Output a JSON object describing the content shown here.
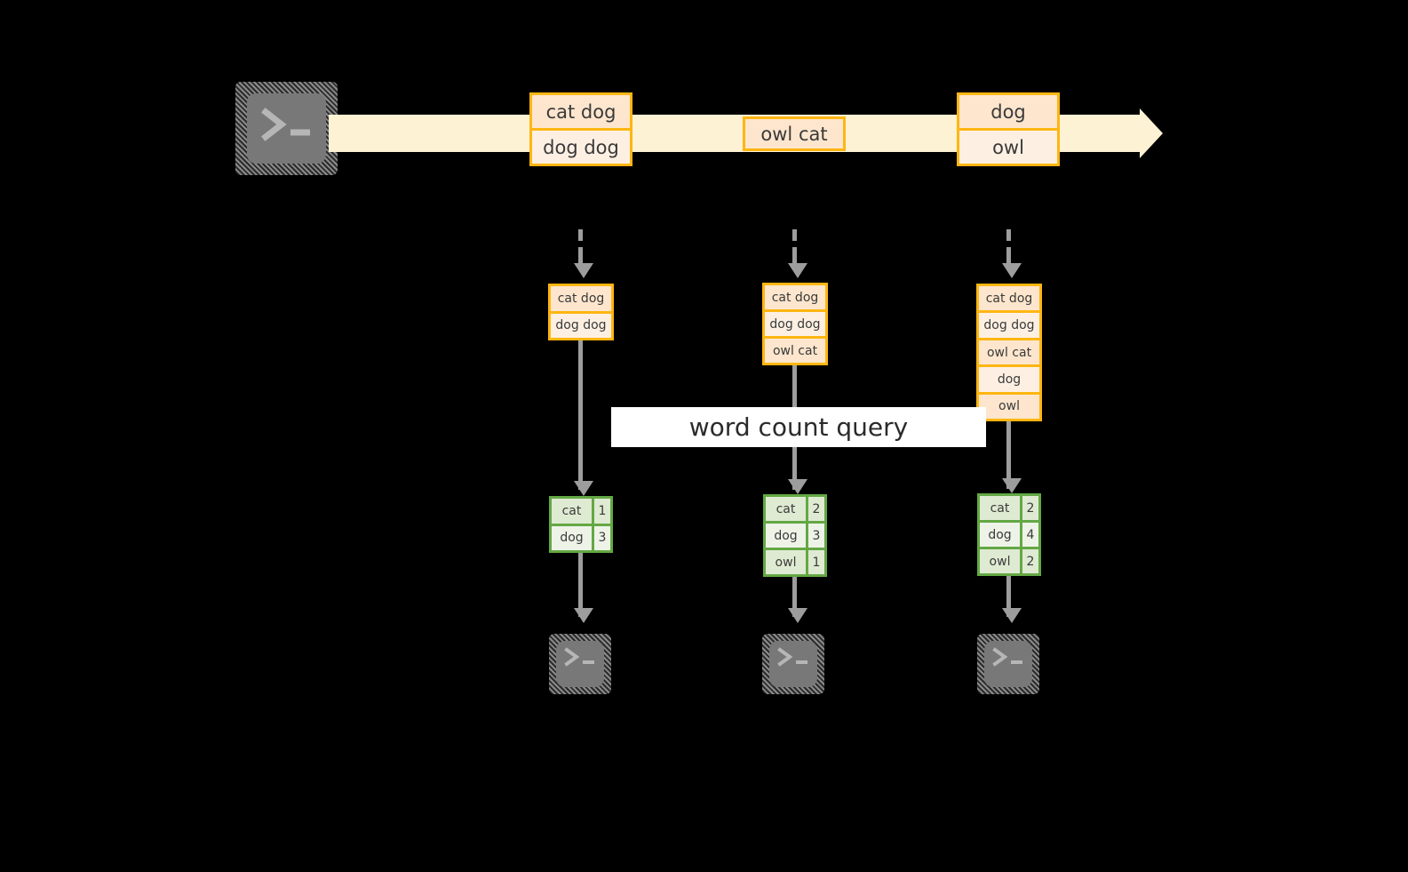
{
  "diagram": {
    "title_label": "word count query",
    "colors": {
      "background": "#000000",
      "stream_fill": "#fdf2d4",
      "record_border": "#ffb612",
      "record_fill": "#fde6cd",
      "record_fill_alt": "#fdf0e3",
      "table_border": "#63a844",
      "table_fill": "#dfead2",
      "table_fill_alt": "#eef3e8",
      "connector": "#9d9d9d",
      "icon_face": "#787878",
      "band": "#ffffff"
    },
    "source": {
      "icon_name": "terminal-icon",
      "prompt_glyph": ">",
      "cursor_glyph": "_"
    },
    "stream": {
      "name": "input-stream",
      "direction": "left-to-right",
      "records": [
        {
          "id": "stream-record-1",
          "lines": [
            "cat dog",
            "dog dog"
          ]
        },
        {
          "id": "stream-record-2",
          "lines": [
            "owl cat"
          ]
        },
        {
          "id": "stream-record-3",
          "lines": [
            "dog",
            "owl"
          ]
        }
      ]
    },
    "snapshots": [
      {
        "id": "snapshot-1",
        "accumulated": [
          "cat dog",
          "dog dog"
        ],
        "result": {
          "headers_visible": false,
          "rows": [
            {
              "word": "cat",
              "count": "1"
            },
            {
              "word": "dog",
              "count": "3"
            }
          ]
        },
        "sink": {
          "icon_name": "terminal-icon",
          "prompt_glyph": ">",
          "cursor_glyph": "_"
        }
      },
      {
        "id": "snapshot-2",
        "accumulated": [
          "cat dog",
          "dog dog",
          "owl cat"
        ],
        "result": {
          "headers_visible": false,
          "rows": [
            {
              "word": "cat",
              "count": "2"
            },
            {
              "word": "dog",
              "count": "3"
            },
            {
              "word": "owl",
              "count": "1"
            }
          ]
        },
        "sink": {
          "icon_name": "terminal-icon",
          "prompt_glyph": ">",
          "cursor_glyph": "_"
        }
      },
      {
        "id": "snapshot-3",
        "accumulated": [
          "cat dog",
          "dog dog",
          "owl cat",
          "dog",
          "owl"
        ],
        "result": {
          "headers_visible": false,
          "rows": [
            {
              "word": "cat",
              "count": "2"
            },
            {
              "word": "dog",
              "count": "4"
            },
            {
              "word": "owl",
              "count": "2"
            }
          ]
        },
        "sink": {
          "icon_name": "terminal-icon",
          "prompt_glyph": ">",
          "cursor_glyph": "_"
        }
      }
    ]
  }
}
